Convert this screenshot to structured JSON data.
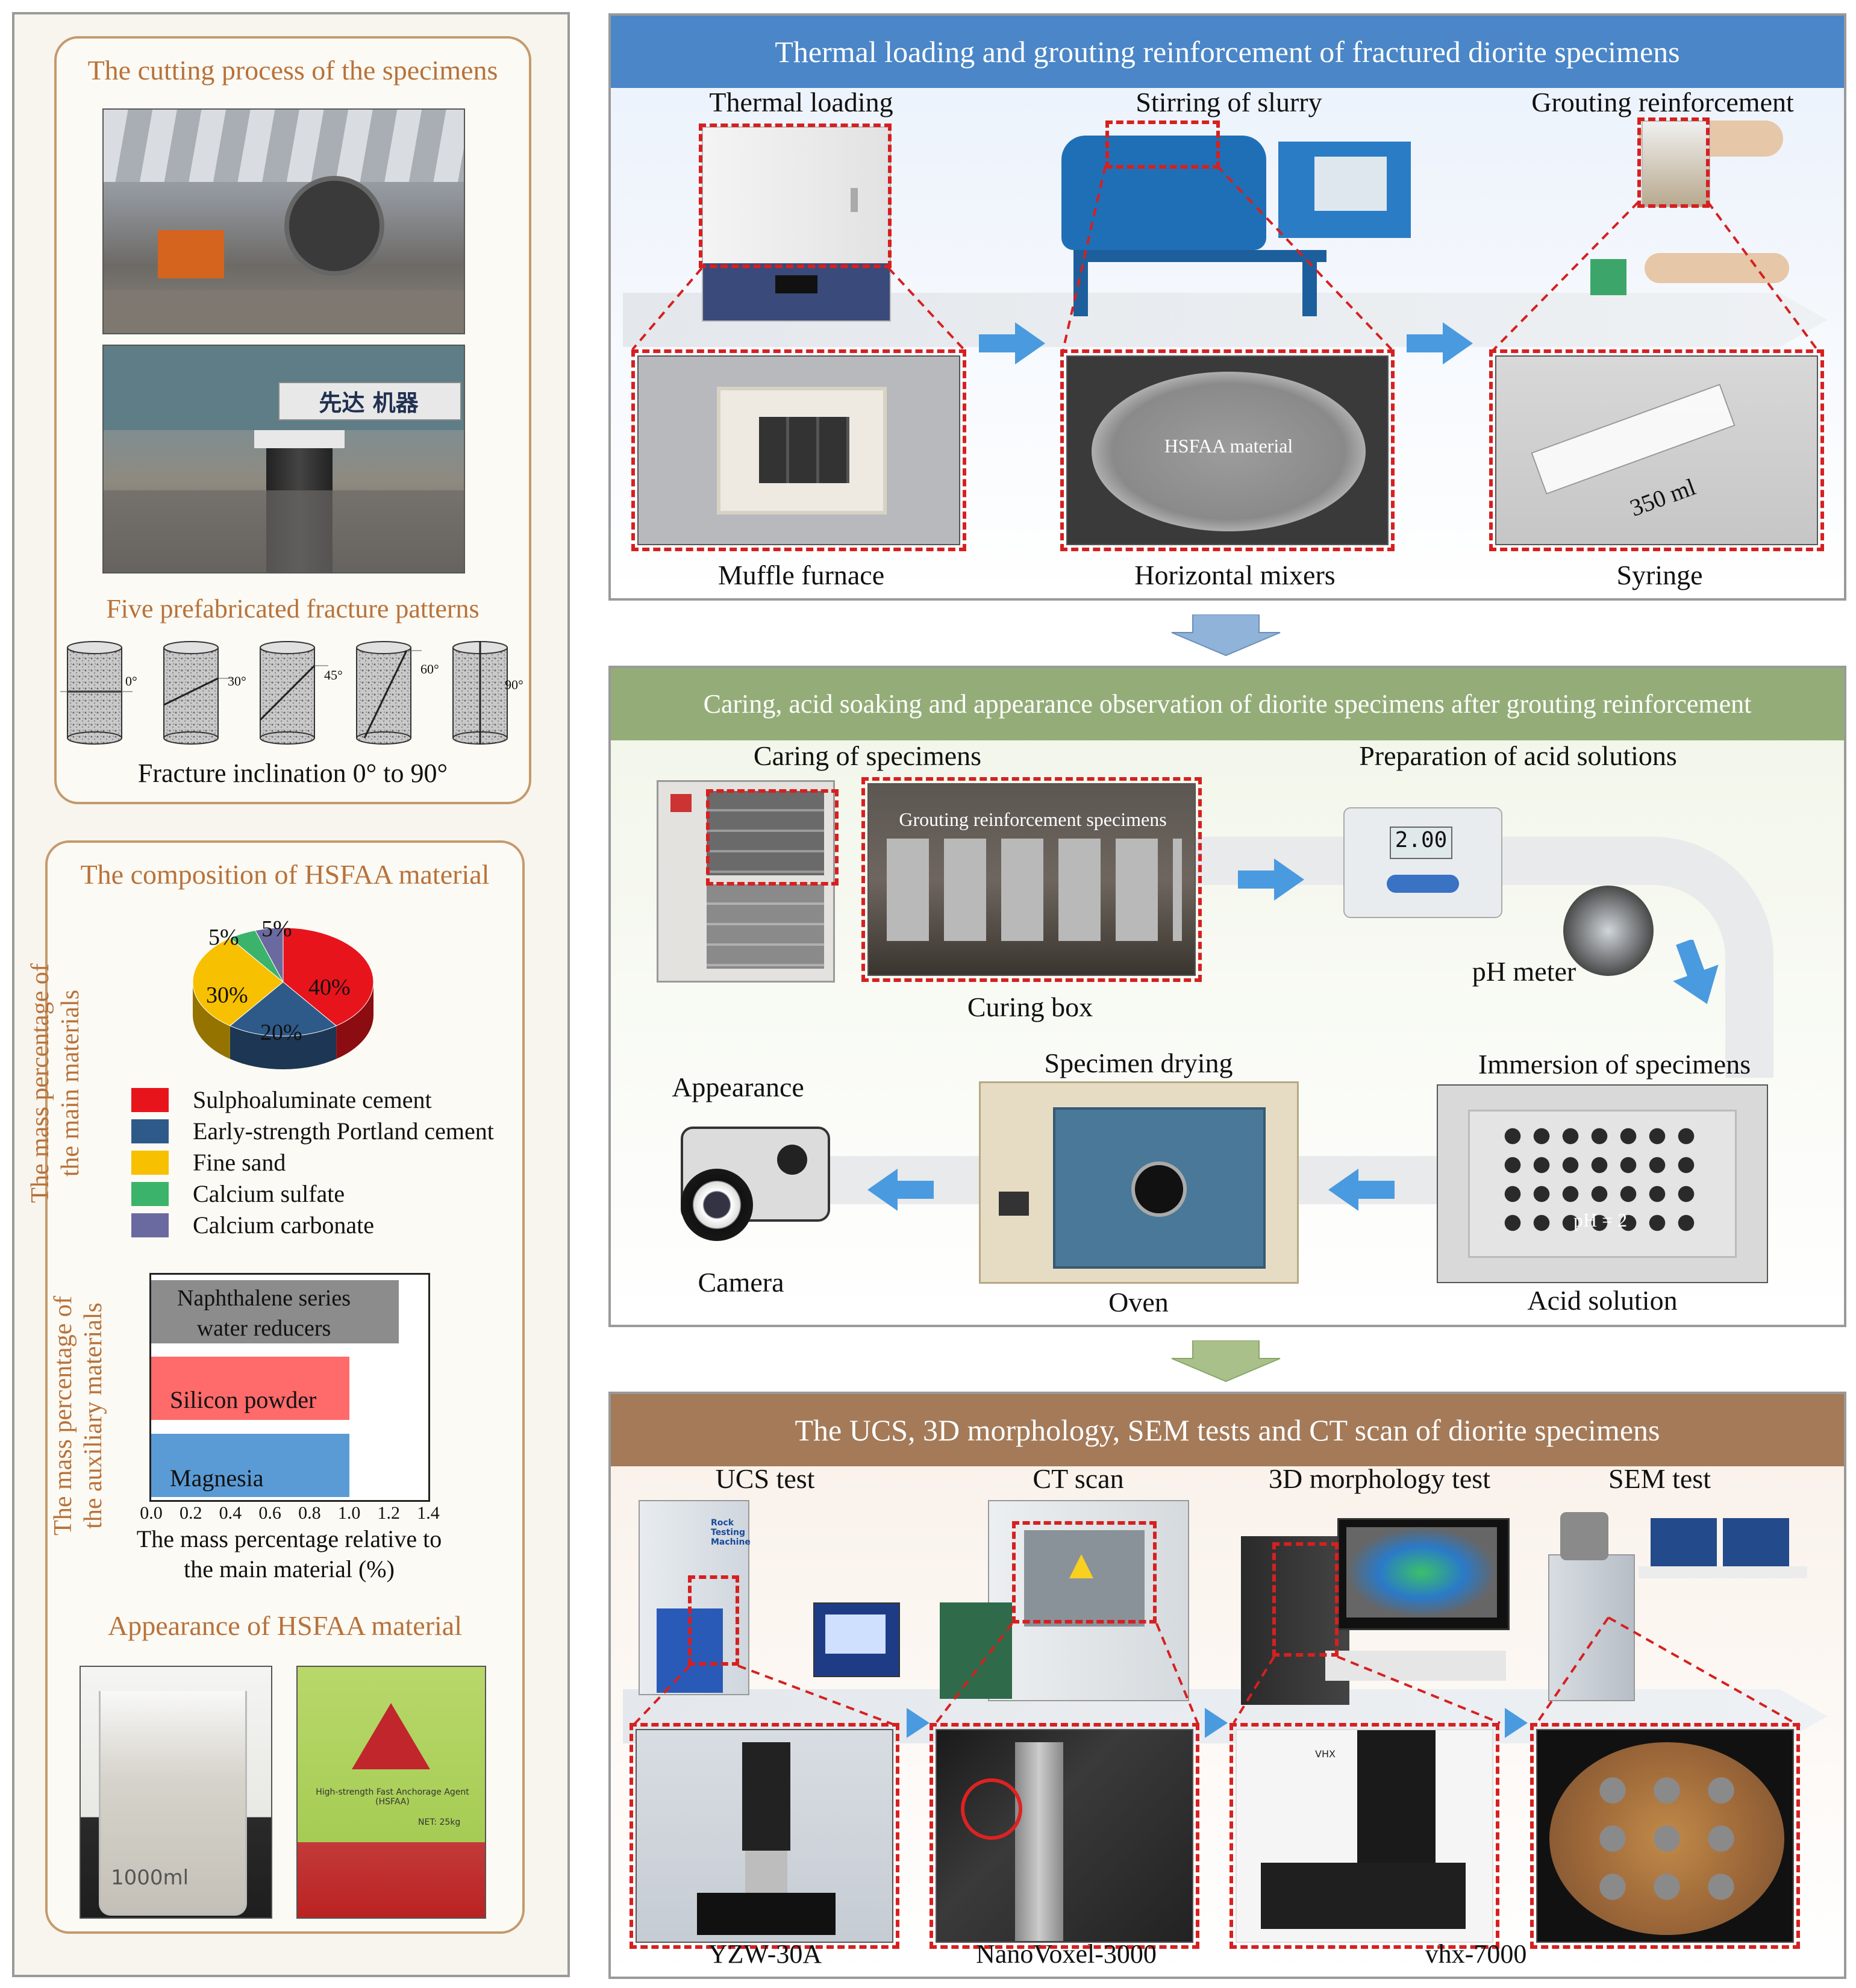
{
  "left": {
    "cutting_title": "The cutting process of the specimens",
    "machine_sign": "先达  机器",
    "patterns_title": "Five prefabricated fracture patterns",
    "angles": [
      "0°",
      "30°",
      "45°",
      "60°",
      "90°"
    ],
    "inclination_caption": "Fracture inclination 0°  to 90°",
    "composition_title": "The composition of HSFAA material",
    "pie_ylabel_1": "The mass percentage of",
    "pie_ylabel_2": "the main materials",
    "pie_labels": [
      "40%",
      "20%",
      "30%",
      "5%",
      "5%"
    ],
    "legend": [
      {
        "label": "Sulphoaluminate cement",
        "color": "#e8141c"
      },
      {
        "label": "Early-strength Portland cement",
        "color": "#2e5a8a"
      },
      {
        "label": "Fine sand",
        "color": "#f7c000"
      },
      {
        "label": "Calcium sulfate",
        "color": "#3cb36a"
      },
      {
        "label": "Calcium carbonate",
        "color": "#6a6aa0"
      }
    ],
    "bar_ylabel_1": "The mass percentage of",
    "bar_ylabel_2": "the auxiliary materials",
    "bar_xlabel_1": "The mass percentage relative to",
    "bar_xlabel_2": "the main material (%)",
    "appearance_title": "Appearance of HSFAA material",
    "beaker_label": "1000ml",
    "bag_text": "High-strength Fast Anchorage Agent (HSFAA)",
    "bag_net": "NET: 25kg"
  },
  "chart_data": [
    {
      "type": "pie",
      "categories": [
        "Sulphoaluminate cement",
        "Early-strength Portland cement",
        "Fine sand",
        "Calcium sulfate",
        "Calcium carbonate"
      ],
      "values": [
        40,
        20,
        30,
        5,
        5
      ],
      "colors": [
        "#e8141c",
        "#2e5a8a",
        "#f7c000",
        "#3cb36a",
        "#6a6aa0"
      ],
      "title": "",
      "legend": "below"
    },
    {
      "type": "bar",
      "orientation": "horizontal",
      "categories": [
        "Naphthalene series water reducers",
        "Silicon powder",
        "Magnesia"
      ],
      "category_lines": [
        [
          "Naphthalene series",
          "water reducers"
        ],
        [
          "Silicon powder"
        ],
        [
          "Magnesia"
        ]
      ],
      "values": [
        1.25,
        1.0,
        1.0
      ],
      "colors": [
        "#8c8c8c",
        "#ff6a6a",
        "#5a9bd5"
      ],
      "xlim": [
        0.0,
        1.4
      ],
      "xticks": [
        "0.0",
        "0.2",
        "0.4",
        "0.6",
        "0.8",
        "1.0",
        "1.2",
        "1.4"
      ],
      "xlabel": "The mass percentage relative to the main material (%)",
      "ylabel": "The mass percentage of the auxiliary materials"
    }
  ],
  "sec1": {
    "title": "Thermal loading and grouting reinforcement of fractured diorite specimens",
    "color": "#4a86c8",
    "labels_top": [
      "Thermal loading",
      "Stirring of slurry",
      "Grouting reinforcement"
    ],
    "labels_bottom": [
      "Muffle furnace",
      "Horizontal mixers",
      "Syringe"
    ],
    "hsfaa": "HSFAA material",
    "syringe_vol": "350 ml"
  },
  "sec2": {
    "title": "Caring, acid soaking and appearance observation of diorite specimens after grouting reinforcement",
    "color": "#94ad78",
    "caring": "Caring of specimens",
    "grout_specimens": "Grouting reinforcement specimens",
    "curing_box": "Curing box",
    "prep_acid": "Preparation of acid solutions",
    "ph_display": "2.00",
    "ph_meter": "pH meter",
    "immersion": "Immersion of specimens",
    "ph2": "pH = 2",
    "acid_solution": "Acid solution",
    "drying": "Specimen drying",
    "oven": "Oven",
    "appearance": "Appearance",
    "camera": "Camera"
  },
  "sec3": {
    "title": "The UCS, 3D morphology, SEM tests and CT scan of diorite specimens",
    "color": "#a47a58",
    "labels_top": [
      "UCS test",
      "CT scan",
      "3D morphology test",
      "SEM test"
    ],
    "labels_bottom": [
      "YZW-30A",
      "NanoVoxel-3000",
      "vhx-7000"
    ],
    "rock_machine": "Rock Testing Machine",
    "vhx_logo": "VHX"
  }
}
